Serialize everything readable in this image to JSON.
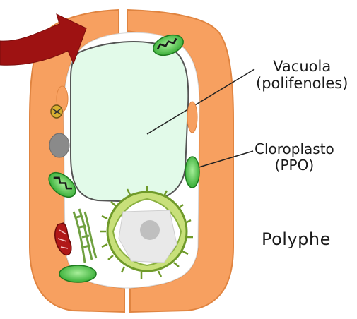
{
  "labels": {
    "vacuole_name": "Vacuola",
    "vacuole_content": "(polifenoles)",
    "chloroplast_name": "Cloroplasto",
    "chloroplast_content": "(PPO)",
    "polyphenol_partial": "Polyphe"
  },
  "colors": {
    "cell_wall": "#f7a060",
    "cell_wall_stroke": "#e2863f",
    "vacuole": "#e2fae9",
    "chloroplast": "#3fbf3f",
    "arrow": "#9e1212",
    "nucleus": "#c8e07a"
  }
}
